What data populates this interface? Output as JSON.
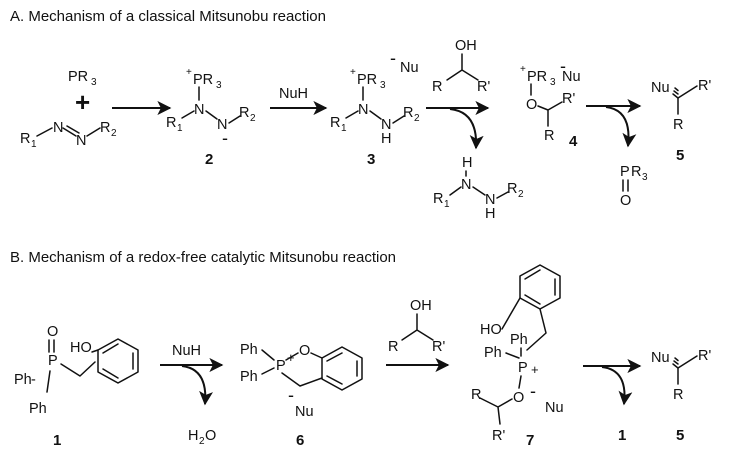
{
  "section_a": {
    "title": "A. Mechanism of a classical Mitsunobu reaction"
  },
  "section_b": {
    "title": "B. Mechanism of a redox-free catalytic Mitsunobu reaction"
  },
  "atoms": {
    "PR": "PR",
    "R": "R",
    "R1": "R",
    "R2": "R",
    "Rp": "R'",
    "N": "N",
    "H": "H",
    "O": "O",
    "OH": "OH",
    "HO": "HO",
    "P": "P",
    "Ph": "Ph",
    "Nu": "Nu",
    "sub3": "3",
    "sub1": "1",
    "sub2": "2",
    "sub_h2o": "2",
    "plus": "+",
    "minus": "-",
    "plus_big": "+",
    "minus_big": "-",
    "dash": "-"
  },
  "reagents": {
    "nuh": "NuH",
    "h2o_h": "H",
    "h2o_o": "O"
  },
  "compounds": {
    "c1": "1",
    "c2": "2",
    "c3": "3",
    "c4": "4",
    "c5": "5",
    "c6": "6",
    "c7": "7"
  },
  "colors": {
    "ink": "#111111",
    "background": "#ffffff"
  }
}
